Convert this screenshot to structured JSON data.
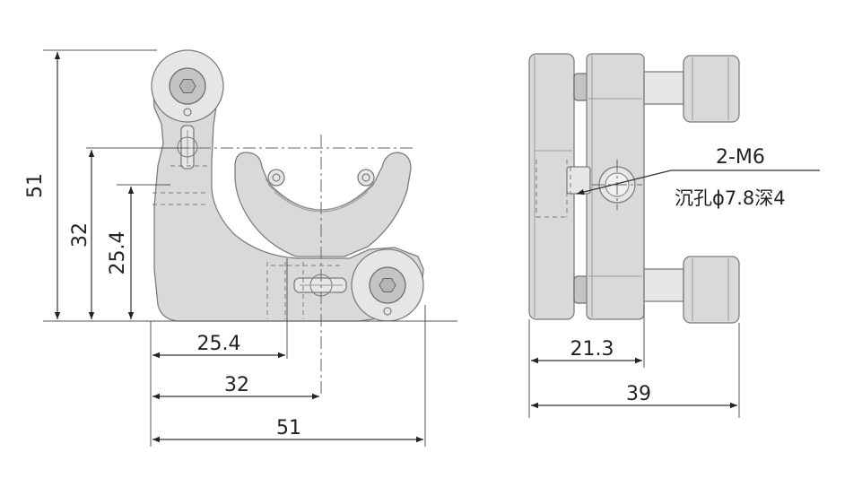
{
  "front_view": {
    "dims": {
      "height_51": "51",
      "height_32": "32",
      "height_25_4": "25.4",
      "width_25_4": "25.4",
      "width_32": "32",
      "width_51": "51"
    }
  },
  "side_view": {
    "dims": {
      "depth_21_3": "21.3",
      "depth_39": "39"
    },
    "callout": {
      "thread": "2-M6",
      "counterbore": "沉孔ϕ7.8深4"
    }
  },
  "colors": {
    "part_fill": "#d9d9d9",
    "part_outline": "#7d7d7d",
    "dimension": "#222222"
  }
}
